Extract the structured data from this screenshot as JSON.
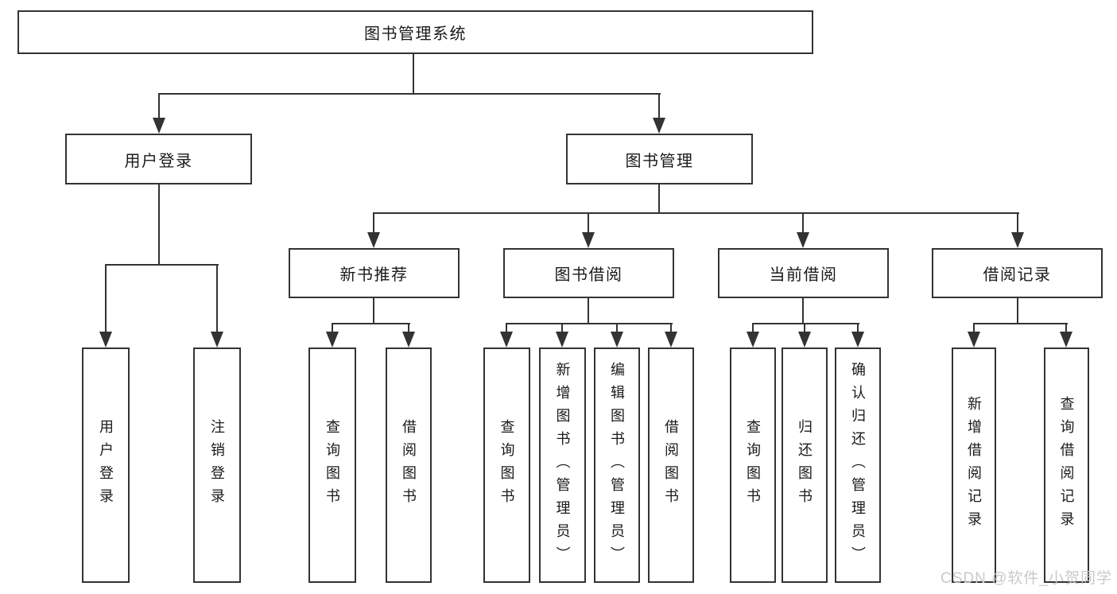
{
  "colors": {
    "line": "#333333",
    "box_border": "#333333",
    "text": "#1a1a1a",
    "watermark": "#c9c9c9",
    "background": "#ffffff"
  },
  "tree": {
    "root": {
      "label": "图书管理系统"
    },
    "branches": [
      {
        "label": "用户登录",
        "children": [
          {
            "label": "用户登录"
          },
          {
            "label": "注销登录"
          }
        ]
      },
      {
        "label": "图书管理",
        "children": [
          {
            "label": "新书推荐",
            "children": [
              {
                "label": "查询图书"
              },
              {
                "label": "借阅图书"
              }
            ]
          },
          {
            "label": "图书借阅",
            "children": [
              {
                "label": "查询图书"
              },
              {
                "label": "新增图书（管理员）"
              },
              {
                "label": "编辑图书（管理员）"
              },
              {
                "label": "借阅图书"
              }
            ]
          },
          {
            "label": "当前借阅",
            "children": [
              {
                "label": "查询图书"
              },
              {
                "label": "归还图书"
              },
              {
                "label": "确认归还（管理员）"
              }
            ]
          },
          {
            "label": "借阅记录",
            "children": [
              {
                "label": "新增借阅记录"
              },
              {
                "label": "查询借阅记录"
              }
            ]
          }
        ]
      }
    ]
  },
  "watermark": {
    "text": "CSDN @软件_小贺同学"
  }
}
